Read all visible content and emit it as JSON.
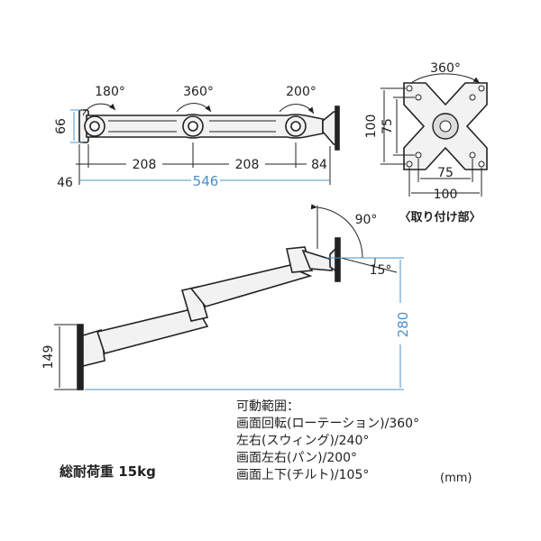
{
  "top_view": {
    "angles": [
      "180°",
      "360°",
      "200°"
    ],
    "dims": {
      "height": "66",
      "offset": "46",
      "seg1": "208",
      "seg2": "208",
      "seg3": "84",
      "total": "546"
    }
  },
  "vesa_plate": {
    "rotation": "360°",
    "height_outer": "100",
    "height_inner": "75",
    "width_inner": "75",
    "width_outer": "100",
    "caption": "〈取り付け部〉"
  },
  "side_view": {
    "tilt_up": "90°",
    "tilt_down": "15°",
    "height": "280",
    "base_height": "149"
  },
  "specs": {
    "heading": "可動範囲：",
    "lines": [
      "画面回転(ローテーション)/360°",
      "左右(スウィング)/240°",
      "画面左右(パン)/200°",
      "画面上下(チルト)/105°"
    ]
  },
  "load": "総耐荷重  15kg",
  "unit": "(mm)",
  "colors": {
    "line": "#222222",
    "dimension_blue": "#4a90c8",
    "fill": "#f2f2f2"
  }
}
